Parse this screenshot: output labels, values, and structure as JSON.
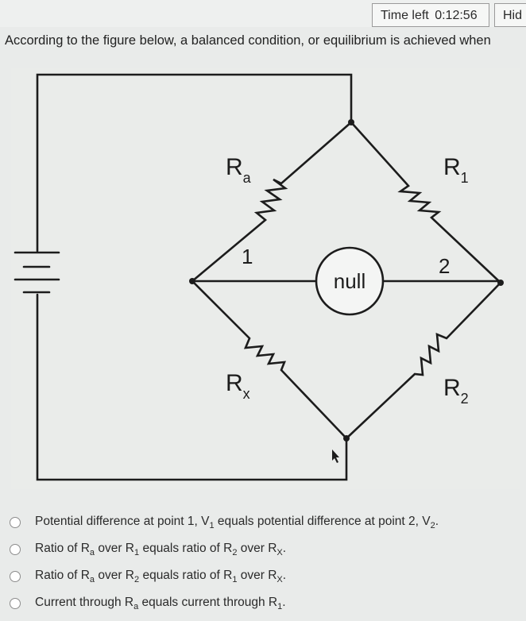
{
  "timer": {
    "label": "Time left",
    "value": "0:12:56"
  },
  "hide_label": "Hid",
  "question": "According to the figure below, a balanced condition, or equilibrium is achieved when",
  "figure": {
    "label_ra": "R",
    "label_ra_sub": "a",
    "label_r1": "R",
    "label_r1_sub": "1",
    "label_rx": "R",
    "label_rx_sub": "x",
    "label_r2": "R",
    "label_r2_sub": "2",
    "point1": "1",
    "point2": "2",
    "null_label": "null"
  },
  "options": [
    {
      "p1": "Potential difference at point 1, V",
      "s1": "1",
      "p2": " equals potential difference at point 2, V",
      "s2": "2",
      "p3": "."
    },
    {
      "p1": "Ratio of R",
      "s1": "a",
      "p2": " over R",
      "s2": "1",
      "p3": " equals ratio of R",
      "s3": "2",
      "p4": " over R",
      "s4": "X",
      "p5": "."
    },
    {
      "p1": "Ratio of R",
      "s1": "a",
      "p2": " over R",
      "s2": "2",
      "p3": " equals ratio of R",
      "s3": "1",
      "p4": " over R",
      "s4": "X",
      "p5": "."
    },
    {
      "p1": "Current through R",
      "s1": "a",
      "p2": " equals current through R",
      "s2": "1",
      "p3": "."
    }
  ]
}
